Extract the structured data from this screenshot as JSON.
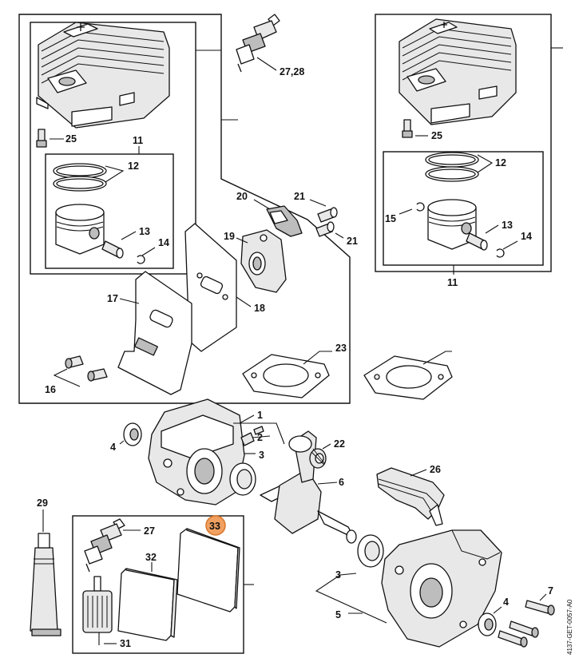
{
  "labels": {
    "l1": "1",
    "l2": "2",
    "l3a": "3",
    "l3b": "3",
    "l4a": "4",
    "l4b": "4",
    "l5": "5",
    "l6": "6",
    "l7": "7",
    "l11a": "11",
    "l11b": "11",
    "l12a": "12",
    "l12b": "12",
    "l13a": "13",
    "l13b": "13",
    "l14a": "14",
    "l14b": "14",
    "l15": "15",
    "l16": "16",
    "l17": "17",
    "l18": "18",
    "l19": "19",
    "l20": "20",
    "l21a": "21",
    "l21b": "21",
    "l22": "22",
    "l23": "23",
    "l25a": "25",
    "l25b": "25",
    "l26": "26",
    "l2728": "27,28",
    "l27": "27",
    "l29": "29",
    "l31": "31",
    "l32": "32",
    "l33": "33"
  },
  "highlight": {
    "part": "33",
    "color": "#F0A060",
    "stroke": "#D9762A"
  },
  "drawing_code": "4137-GET-0057-A0"
}
